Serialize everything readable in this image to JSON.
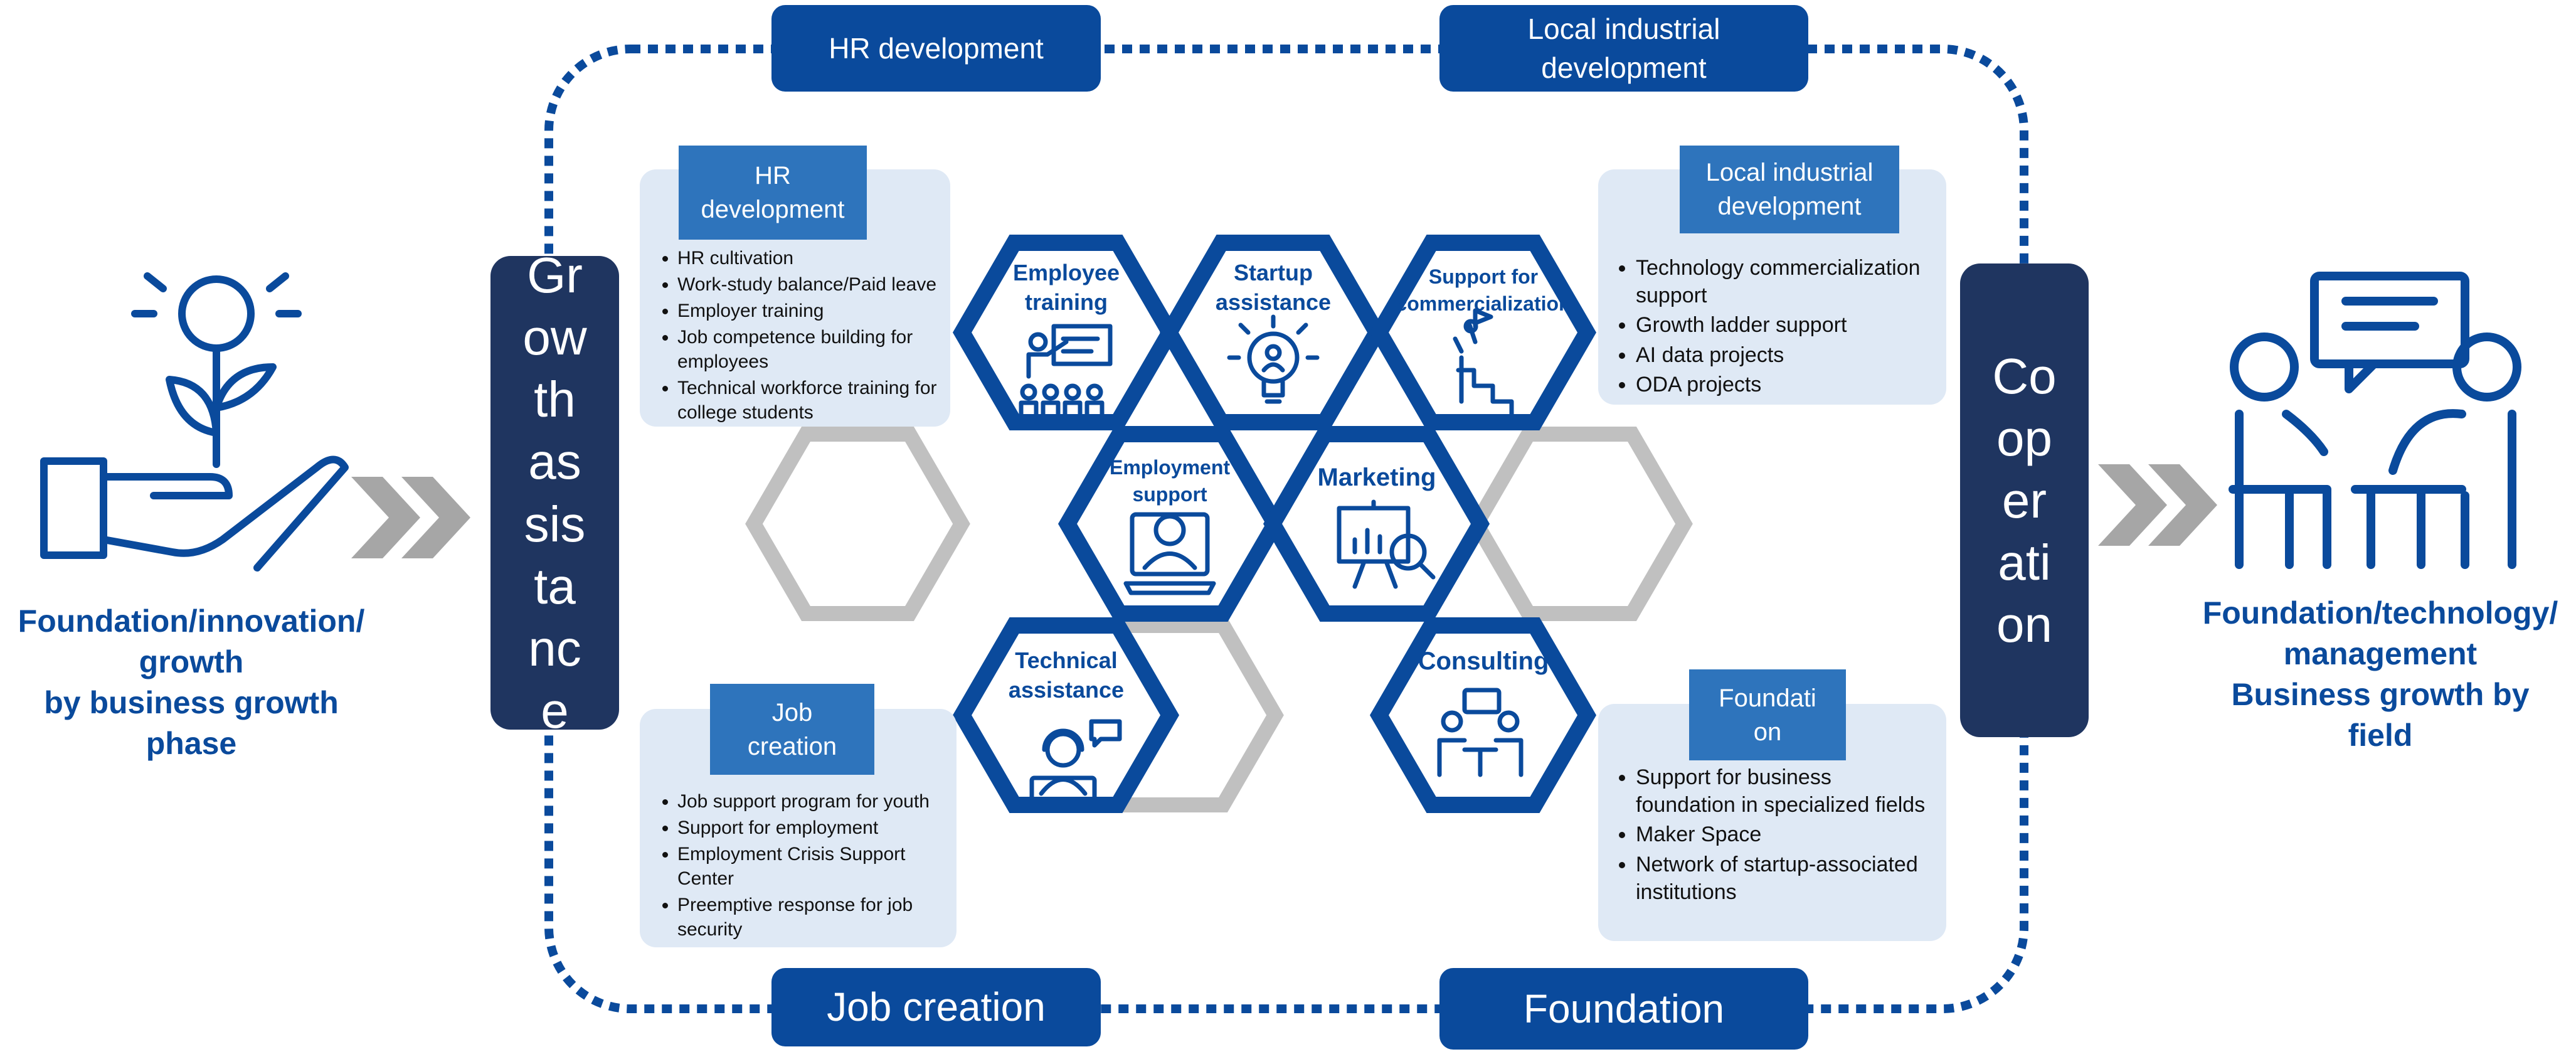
{
  "frame": {
    "top_left_label": "HR development",
    "top_right_label": "Local industrial development",
    "bottom_left_label": "Job creation",
    "bottom_right_label": "Foundation"
  },
  "left": {
    "caption": "Foundation/innovation/\ngrowth\nby business growth\nphase",
    "bar_text": "Growth assistance"
  },
  "right": {
    "caption": "Foundation/technology/\nmanagement\nBusiness growth by\nfield",
    "bar_text": "Cooperation"
  },
  "cards": {
    "hr": {
      "title": "HR\ndevelopment",
      "items": [
        "HR cultivation",
        "Work-study balance/Paid leave",
        "Employer training",
        "Job competence building for employees",
        "Technical workforce training for college students"
      ]
    },
    "local": {
      "title": "Local industrial\ndevelopment",
      "items": [
        "Technology commercialization support",
        "Growth ladder support",
        "AI data projects",
        "ODA projects"
      ]
    },
    "job": {
      "title": "Job\ncreation",
      "items": [
        "Job support program for youth",
        "Support for employment",
        "Employment Crisis Support Center",
        "Preemptive response for job security"
      ]
    },
    "foundation": {
      "title": "Foundati\non",
      "items": [
        "Support for business foundation in specialized fields",
        "Maker Space",
        "Network of startup-associated institutions"
      ]
    }
  },
  "hexes": [
    {
      "label": "Employee training",
      "icon": "presentation-icon"
    },
    {
      "label": "Startup assistance",
      "icon": "lightbulb-icon"
    },
    {
      "label": "Support for commercialization",
      "icon": "summit-flag-icon"
    },
    {
      "label": "Employment support",
      "icon": "laptop-person-icon"
    },
    {
      "label": "Marketing",
      "icon": "chart-magnifier-icon"
    },
    {
      "label": "Technical assistance",
      "icon": "headset-agent-icon"
    },
    {
      "label": "Consulting",
      "icon": "meeting-icon"
    }
  ],
  "colors": {
    "navy": "#0a4a9c",
    "dark_navy": "#1f3560",
    "card_bg": "#dfe9f5",
    "card_header": "#2e74bc",
    "empty_hex": "#c0c0c0",
    "chevron": "#a6a6a6"
  }
}
